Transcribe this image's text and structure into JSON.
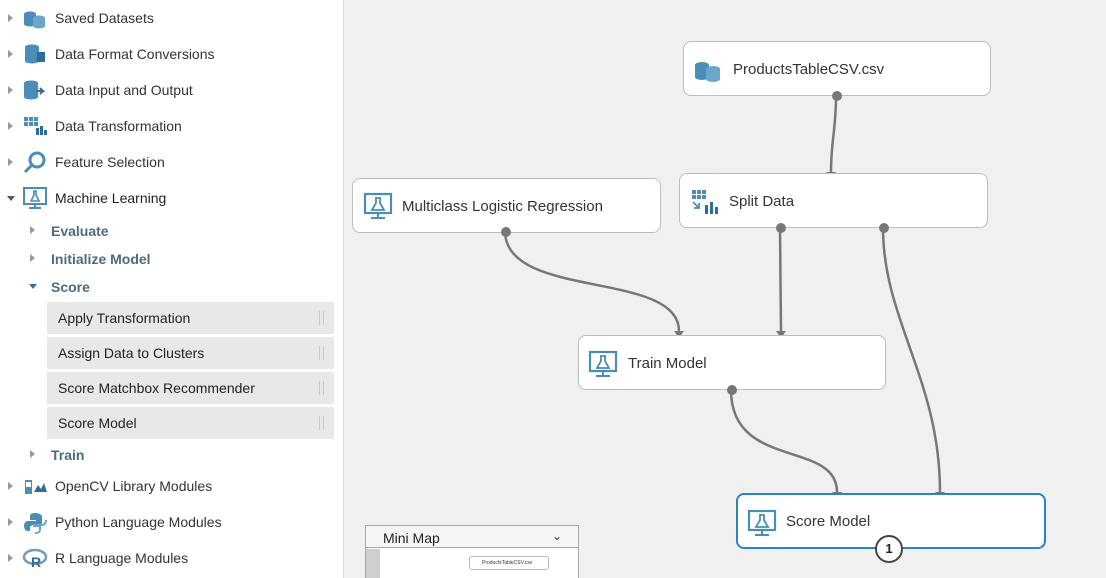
{
  "sidebar": {
    "categories": [
      {
        "label": "Saved Datasets",
        "icon": "datasets-icon"
      },
      {
        "label": "Data Format Conversions",
        "icon": "data-convert-icon"
      },
      {
        "label": "Data Input and Output",
        "icon": "data-io-icon"
      },
      {
        "label": "Data Transformation",
        "icon": "data-transform-icon"
      },
      {
        "label": "Feature Selection",
        "icon": "feature-select-icon"
      },
      {
        "label": "Machine Learning",
        "icon": "machine-learning-icon"
      },
      {
        "label": "OpenCV Library Modules",
        "icon": "opencv-icon"
      },
      {
        "label": "Python Language Modules",
        "icon": "python-icon"
      },
      {
        "label": "R Language Modules",
        "icon": "r-icon"
      }
    ],
    "subcategories": [
      {
        "label": "Evaluate"
      },
      {
        "label": "Initialize Model"
      },
      {
        "label": "Score"
      },
      {
        "label": "Train"
      }
    ],
    "score_modules": [
      {
        "label": "Apply Transformation"
      },
      {
        "label": "Assign Data to Clusters"
      },
      {
        "label": "Score Matchbox Recommender"
      },
      {
        "label": "Score Model"
      }
    ]
  },
  "canvas": {
    "nodes": [
      {
        "label": "ProductsTableCSV.csv",
        "icon": "dataset-icon"
      },
      {
        "label": "Multiclass Logistic Regression",
        "icon": "model-icon"
      },
      {
        "label": "Split Data",
        "icon": "transform-icon"
      },
      {
        "label": "Train Model",
        "icon": "model-icon"
      },
      {
        "label": "Score Model",
        "icon": "model-icon",
        "selected": true
      }
    ],
    "badge": "1",
    "minimap": {
      "title": "Mini Map",
      "preview_label": "ProductsTableCSV.csv"
    }
  },
  "colors": {
    "accent": "#2b84c1",
    "icon": "#4a8db8",
    "subcat": "#4d6a82"
  }
}
